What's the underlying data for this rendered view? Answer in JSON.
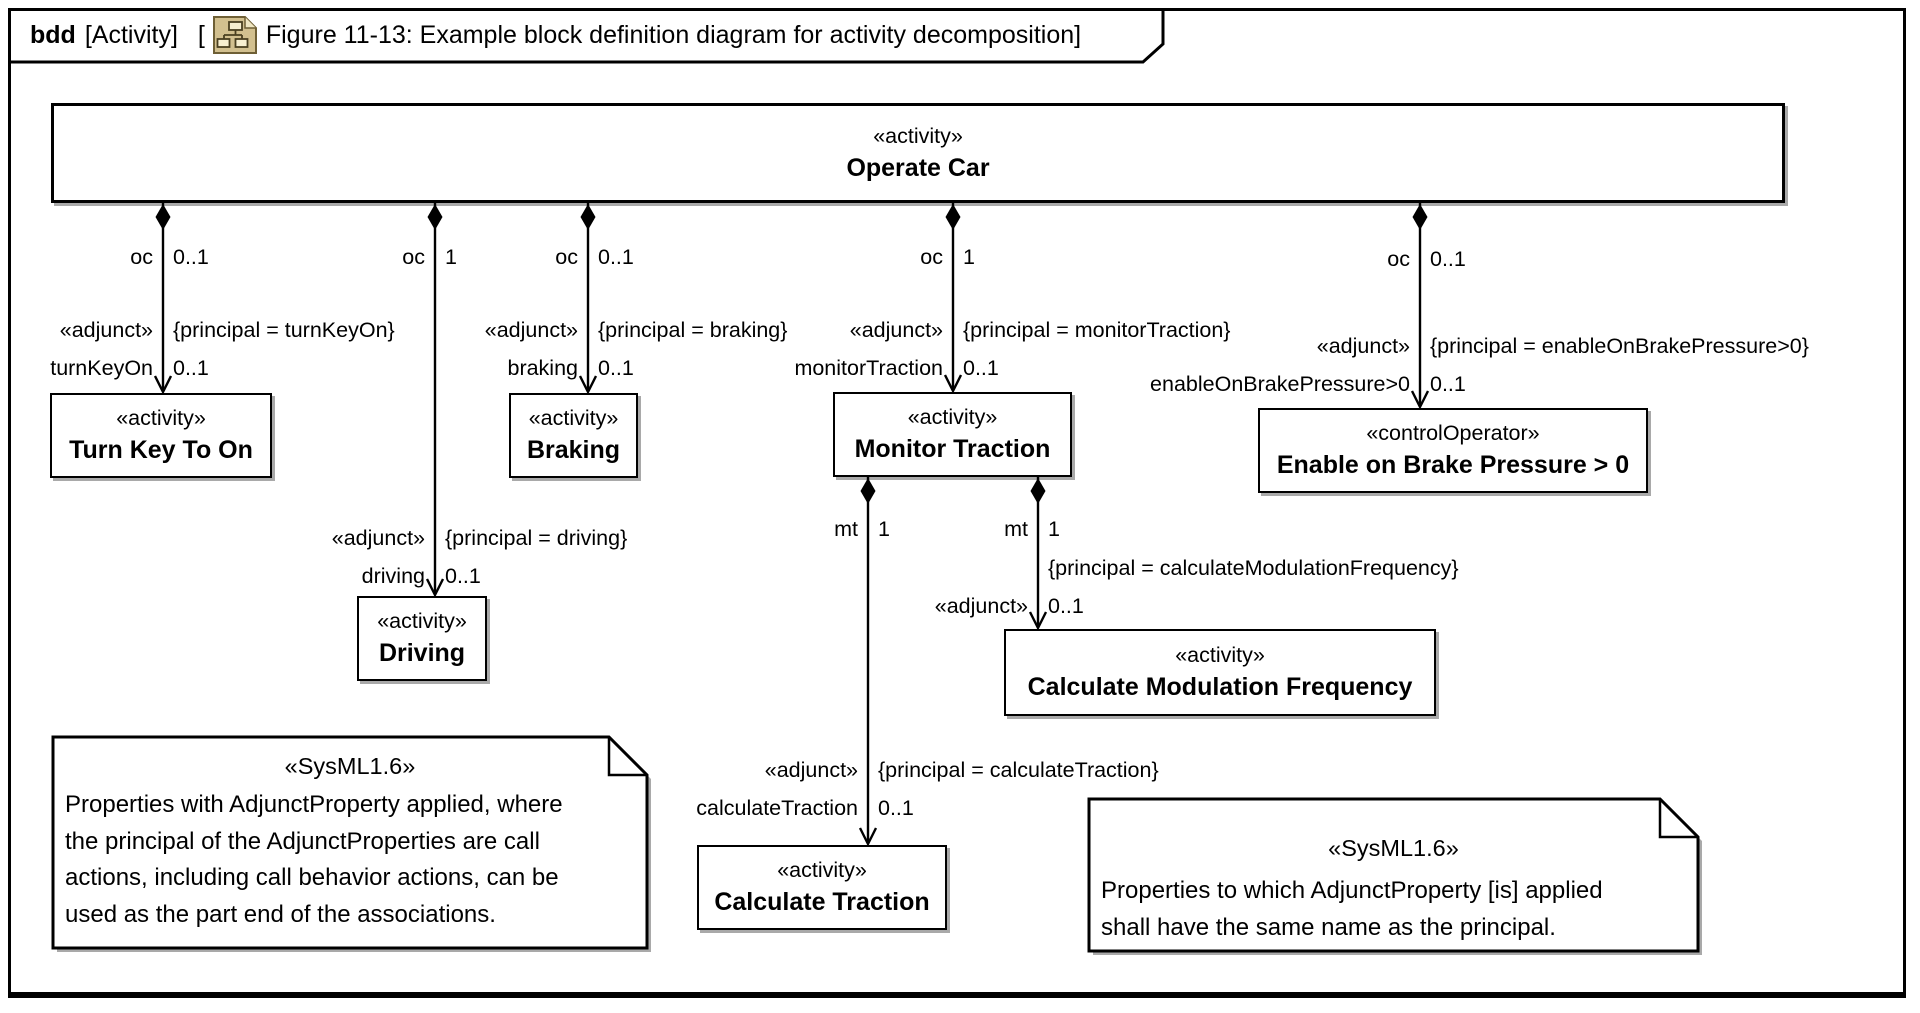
{
  "header": {
    "kind": "bdd",
    "context": "[Activity]",
    "open_bracket": "[",
    "title": "Figure 11-13: Example block definition diagram for activity decomposition]",
    "icon": "diagram-hierarchy-icon"
  },
  "colors": {
    "line": "#000000",
    "node_fill": "#ffffff",
    "node_shadow": "#a9a9a9",
    "icon_tan": "#d2c08f",
    "icon_cream": "#f7efd0",
    "icon_outline": "#6e5f35"
  },
  "nodes": {
    "operateCar": {
      "stereotype": "«activity»",
      "name": "Operate Car"
    },
    "turnKeyToOn": {
      "stereotype": "«activity»",
      "name": "Turn Key To On"
    },
    "braking": {
      "stereotype": "«activity»",
      "name": "Braking"
    },
    "driving": {
      "stereotype": "«activity»",
      "name": "Driving"
    },
    "monitorTraction": {
      "stereotype": "«activity»",
      "name": "Monitor Traction"
    },
    "enableOnBrakePressure": {
      "stereotype": "«controlOperator»",
      "name": "Enable on Brake Pressure > 0"
    },
    "calculateModulationFrequency": {
      "stereotype": "«activity»",
      "name": "Calculate Modulation Frequency"
    },
    "calculateTraction": {
      "stereotype": "«activity»",
      "name": "Calculate Traction"
    }
  },
  "edges": {
    "turnKeyOn": {
      "parent_role": "oc",
      "parent_mult": "0..1",
      "stereotype": "«adjunct»",
      "constraint": "{principal = turnKeyOn}",
      "end_name": "turnKeyOn",
      "end_mult": "0..1"
    },
    "driving": {
      "parent_role": "oc",
      "parent_mult": "1",
      "stereotype": "«adjunct»",
      "constraint": "{principal = driving}",
      "end_name": "driving",
      "end_mult": "0..1"
    },
    "braking": {
      "parent_role": "oc",
      "parent_mult": "0..1",
      "stereotype": "«adjunct»",
      "constraint": "{principal = braking}",
      "end_name": "braking",
      "end_mult": "0..1"
    },
    "monitorTraction": {
      "parent_role": "oc",
      "parent_mult": "1",
      "stereotype": "«adjunct»",
      "constraint": "{principal = monitorTraction}",
      "end_name": "monitorTraction",
      "end_mult": "0..1"
    },
    "enableOnBrakePressure": {
      "parent_role": "oc",
      "parent_mult": "0..1",
      "stereotype": "«adjunct»",
      "constraint": "{principal = enableOnBrakePressure>0}",
      "end_name": "enableOnBrakePressure>0",
      "end_mult": "0..1"
    },
    "calculateTraction": {
      "parent_role": "mt",
      "parent_mult": "1",
      "stereotype": "«adjunct»",
      "constraint": "{principal = calculateTraction}",
      "end_name": "calculateTraction",
      "end_mult": "0..1"
    },
    "calculateModulationFrequency": {
      "parent_role": "mt",
      "parent_mult": "1",
      "stereotype": "«adjunct»",
      "constraint": "{principal = calculateModulationFrequency}",
      "end_mult": "0..1"
    }
  },
  "notes": [
    {
      "stereotype": "«SysML1.6»",
      "body": "Properties with AdjunctProperty applied, where\nthe principal of the AdjunctProperties are call\nactions, including call behavior actions, can be\nused as the part end of the associations."
    },
    {
      "stereotype": "«SysML1.6»",
      "body": "Properties to which AdjunctProperty [is] applied\nshall have the same name as the principal."
    }
  ]
}
